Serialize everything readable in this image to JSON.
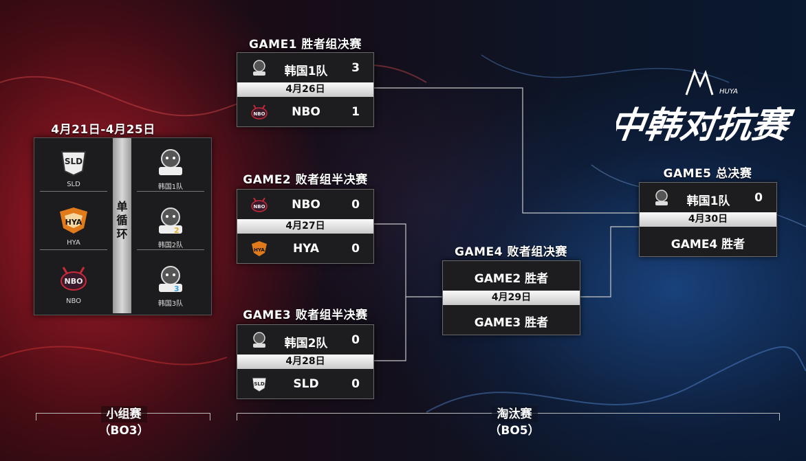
{
  "group_stage": {
    "date_range": "4月21日-4月25日",
    "format_label": "单循环",
    "left_teams": [
      "SLD",
      "HYA",
      "NBO"
    ],
    "right_teams": [
      "韩国1队",
      "韩国2队",
      "韩国3队"
    ],
    "footer": {
      "stage": "小组赛",
      "format": "（BO3）"
    }
  },
  "knockout": {
    "footer": {
      "stage": "淘汰赛",
      "format": "（BO5）"
    }
  },
  "matches": [
    {
      "title": "GAME1 胜者组决赛",
      "date": "4月26日",
      "team1": {
        "name": "韩国1队",
        "score": "3",
        "logo": "korea-team-logo"
      },
      "team2": {
        "name": "NBO",
        "score": "1",
        "logo": "nbo-logo"
      }
    },
    {
      "title": "GAME2 败者组半决赛",
      "date": "4月27日",
      "team1": {
        "name": "NBO",
        "score": "0",
        "logo": "nbo-logo"
      },
      "team2": {
        "name": "HYA",
        "score": "0",
        "logo": "hya-tiger-logo"
      }
    },
    {
      "title": "GAME3 败者组半决赛",
      "date": "4月28日",
      "team1": {
        "name": "韩国2队",
        "score": "0",
        "logo": "korea-team-logo"
      },
      "team2": {
        "name": "SLD",
        "score": "0",
        "logo": "sld-logo"
      }
    },
    {
      "title": "GAME4 败者组决赛",
      "date": "4月29日",
      "team1": {
        "name": "GAME2 胜者"
      },
      "team2": {
        "name": "GAME3 胜者"
      }
    },
    {
      "title": "GAME5 总决赛",
      "date": "4月30日",
      "team1": {
        "name": "韩国1队",
        "score": "0",
        "logo": "korea-team-logo"
      },
      "team2": {
        "name": "GAME4 胜者"
      }
    }
  ],
  "brand": {
    "title": "中韩对抗赛",
    "sub": "HUYA"
  },
  "colors": {
    "red_glow": "#be1e2d",
    "blue_glow": "#1e5096",
    "panel": "#1d1d1f",
    "datebar": "#e6e6e6"
  }
}
